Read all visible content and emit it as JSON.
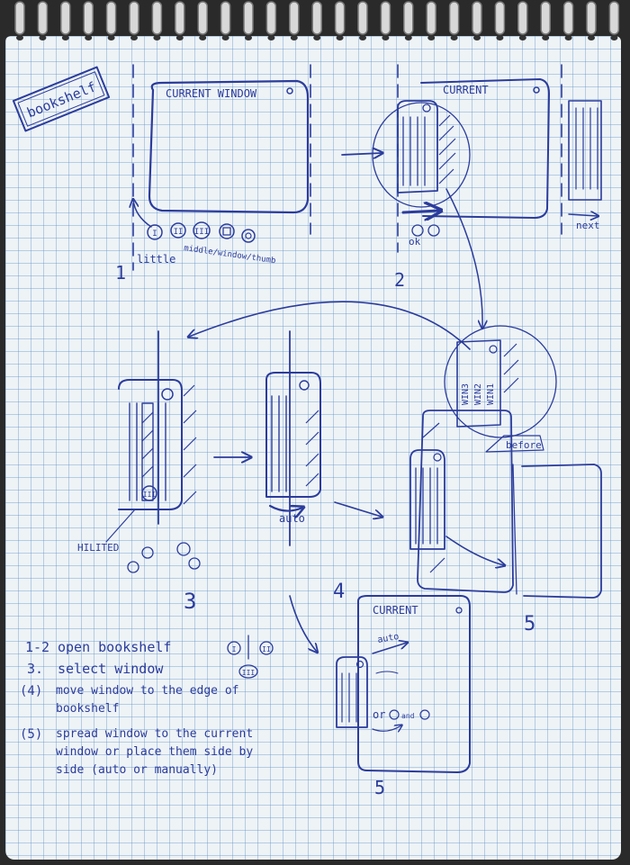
{
  "title": "bookshelf",
  "window_label": "CURRENT WINDOW",
  "current_label": "CURRENT",
  "thumb_icon_marks": [
    "I",
    "II",
    "III"
  ],
  "size_caption": "little",
  "size_caption_2": "middle/window/thumb",
  "next_label": "next",
  "ok_label": "ok",
  "before_label": "before",
  "auto_label": "auto",
  "hilited_label": "HILITED",
  "or_label": "or",
  "and_label": "and",
  "win_labels": [
    "WIN3",
    "WIN2",
    "WIN1"
  ],
  "step_numbers": [
    "1",
    "2",
    "3",
    "4",
    "5",
    "5"
  ],
  "instructions": [
    {
      "num": "1-2",
      "text": "open bookshelf",
      "marks": [
        "I",
        "II"
      ]
    },
    {
      "num": "3.",
      "text": "select window",
      "marks": [
        "III"
      ]
    },
    {
      "num": "(4)",
      "text": "move window to the edge of bookshelf",
      "marks": []
    },
    {
      "num": "(5)",
      "text": "spread window to the current window or place them side by side (auto or manually)",
      "marks": []
    }
  ],
  "colors": {
    "ink": "#2b3c9c",
    "paper": "#eef3f6",
    "grid": "#8cb0dc"
  }
}
